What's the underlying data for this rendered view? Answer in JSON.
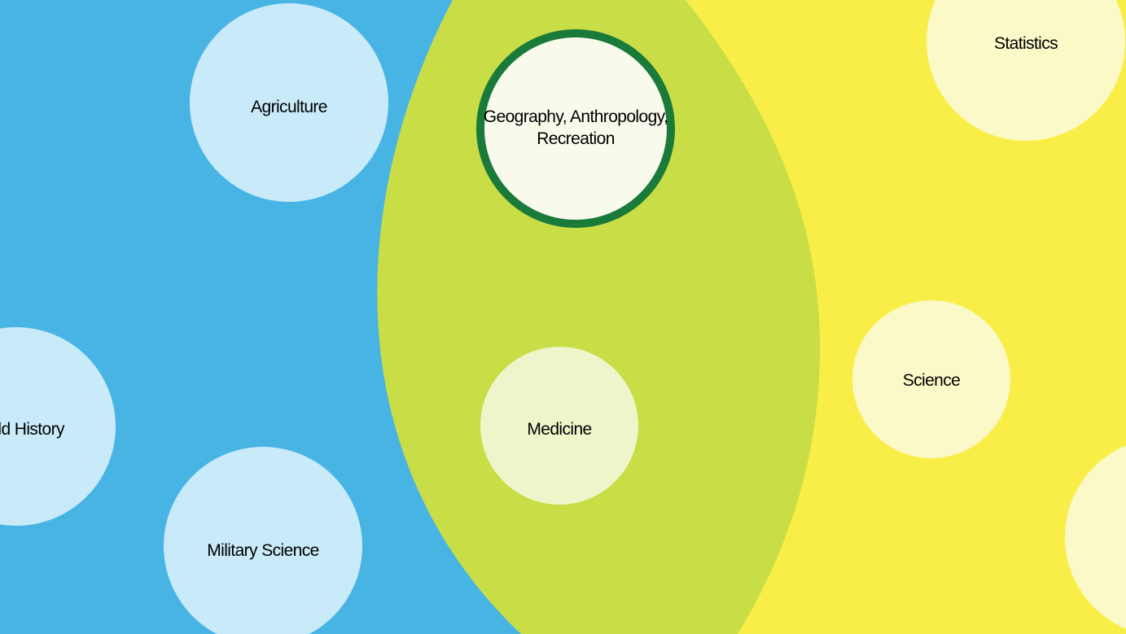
{
  "colors": {
    "background_region": "#48b4e4",
    "middle_region": "#c8dd46",
    "right_region": "#f9ee48",
    "blue_bubble": "#c8eaf9",
    "green_bubble": "#eef5ca",
    "green_bubble_selected": "#f8fbec",
    "selected_ring": "#1a7a3a",
    "yellow_bubble": "#fcf9c8"
  },
  "nodes": [
    {
      "id": "agriculture",
      "label": "Agriculture",
      "group": "blue"
    },
    {
      "id": "world-history",
      "label": "World History",
      "group": "blue"
    },
    {
      "id": "military-science",
      "label": "Military Science",
      "group": "blue"
    },
    {
      "id": "geography",
      "label": "Geography, Anthropology, Recreation",
      "label_lines": [
        "Geography, Anthropology,",
        "Recreation"
      ],
      "group": "green",
      "selected": true
    },
    {
      "id": "medicine",
      "label": "Medicine",
      "group": "green"
    },
    {
      "id": "statistics",
      "label": "Statistics",
      "group": "yellow"
    },
    {
      "id": "science",
      "label": "Science",
      "group": "yellow"
    },
    {
      "id": "unlabeled-yellow",
      "label": "",
      "group": "yellow"
    }
  ]
}
